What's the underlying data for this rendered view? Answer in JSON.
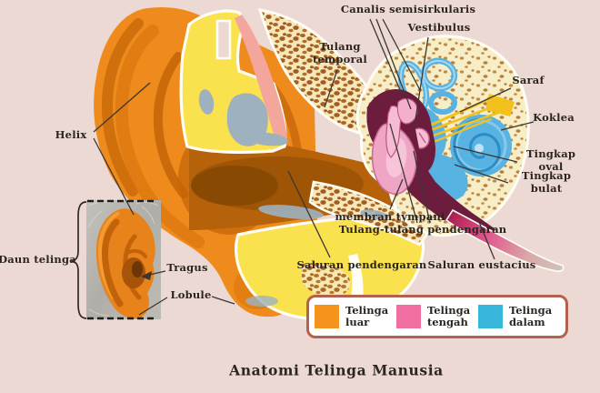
{
  "title": "Anatomi Telinga Manusia",
  "background_color": "#EDD9D4",
  "labels": {
    "canalis": "Canalis semisirkularis",
    "vestibulus": "Vestibulus",
    "tulang_temporal": "Tulang\ntemporal",
    "saraf": "Saraf",
    "koklea": "Koklea",
    "tingkap_oval": "Tingkap oval",
    "tingkap_bulat": "Tingkap bulat",
    "membran_tympani": "membran tympani",
    "tulang_pendengaran": "Tulang-tulang pendengaran",
    "saluran_pendengaran": "Saluran pendengaran",
    "saluran_eustacius": "Saluran eustacius",
    "helix": "Helix",
    "daun_telinga": "Daun telinga",
    "tragus": "Tragus",
    "lobule": "Lobule"
  },
  "legend": {
    "items": [
      {
        "label": "Telinga\nluar",
        "color": "#F6921E"
      },
      {
        "label": "Telinga\ntengah",
        "color": "#EE6FA0"
      },
      {
        "label": "Telinga\ndalam",
        "color": "#38B6DC"
      }
    ],
    "border_color": "#B4604E"
  },
  "colors": {
    "outer_ear": "#F6921E",
    "middle_ear": "#EE6FA0",
    "inner_ear": "#38B6DC",
    "bone_yellow": "#FAE14E",
    "bone_spongy": "#AD6527",
    "middle_cavity_maroon": "#6C1D3D",
    "nerve_yellow": "#F2C11B"
  }
}
